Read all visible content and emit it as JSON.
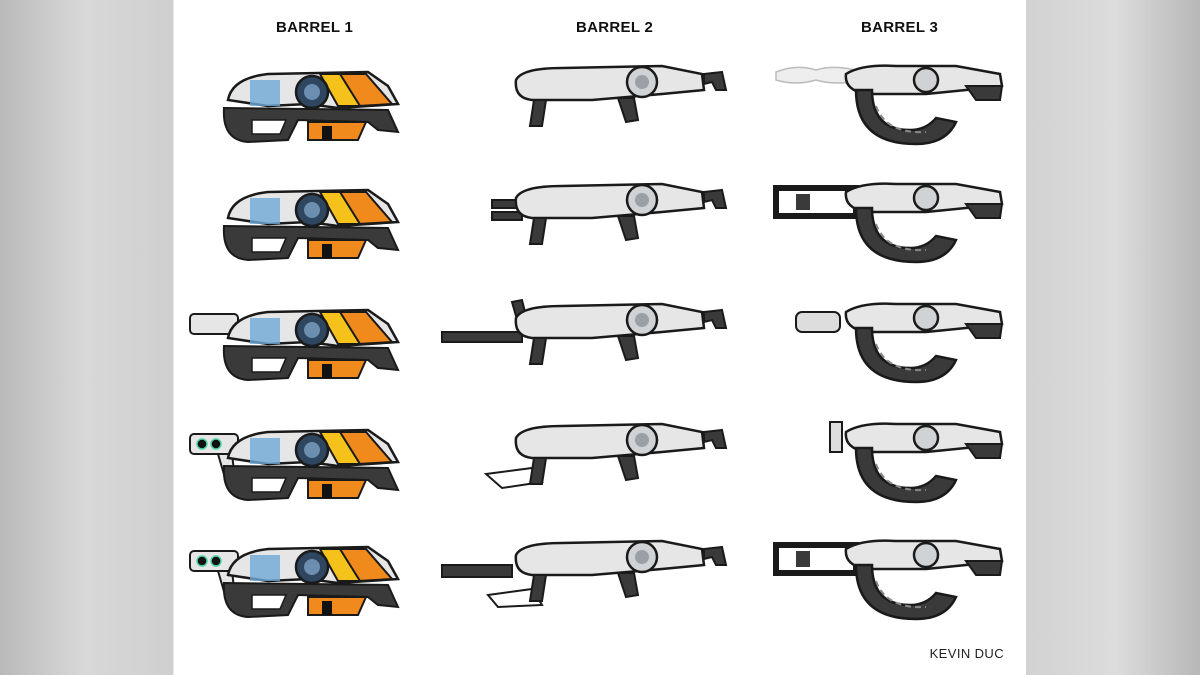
{
  "columns": [
    {
      "title": "BARREL 1"
    },
    {
      "title": "BARREL 2"
    },
    {
      "title": "BARREL 3"
    }
  ],
  "credit": "KEVIN DUC",
  "colors": {
    "background_sides": "#c8c8c8",
    "sheet": "#ffffff",
    "outline": "#1a1a1a",
    "metal": "#e6e6e6",
    "dark_metal": "#3a3a3a",
    "accent_orange": "#f08a1c",
    "accent_yellow": "#f5c21b",
    "accent_blue": "#6fa7d6",
    "lens": "#2f4660"
  }
}
